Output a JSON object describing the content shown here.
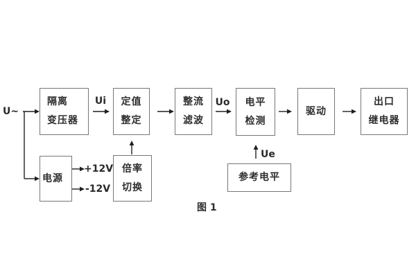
{
  "colors": {
    "background": "#ffffff",
    "box_border": "#767676",
    "box_text": "#2e2e2e",
    "connector": "#1f1f1f"
  },
  "diagram": {
    "source_label": "U~",
    "blocks": {
      "isolation_transformer": {
        "lines": [
          "隔离",
          "变压器"
        ]
      },
      "setting": {
        "lines": [
          "定值",
          "整定"
        ]
      },
      "rectifier_filter": {
        "lines": [
          "整流",
          "滤波"
        ]
      },
      "level_detection": {
        "lines": [
          "电平",
          "检测"
        ]
      },
      "drive": {
        "lines": [
          "驱动"
        ]
      },
      "output_relay": {
        "lines": [
          "出口",
          "继电器"
        ]
      },
      "power_supply": {
        "lines": [
          "电源"
        ]
      },
      "ratio_switch": {
        "lines": [
          "倍率",
          "切换"
        ]
      },
      "reference_level": {
        "lines": [
          "参考电平"
        ]
      }
    },
    "signal_labels": {
      "ui": "Ui",
      "uo": "Uo",
      "ue": "Ue",
      "plus_12v": "+12V",
      "minus_12v": "-12V"
    },
    "caption": "图 1"
  }
}
